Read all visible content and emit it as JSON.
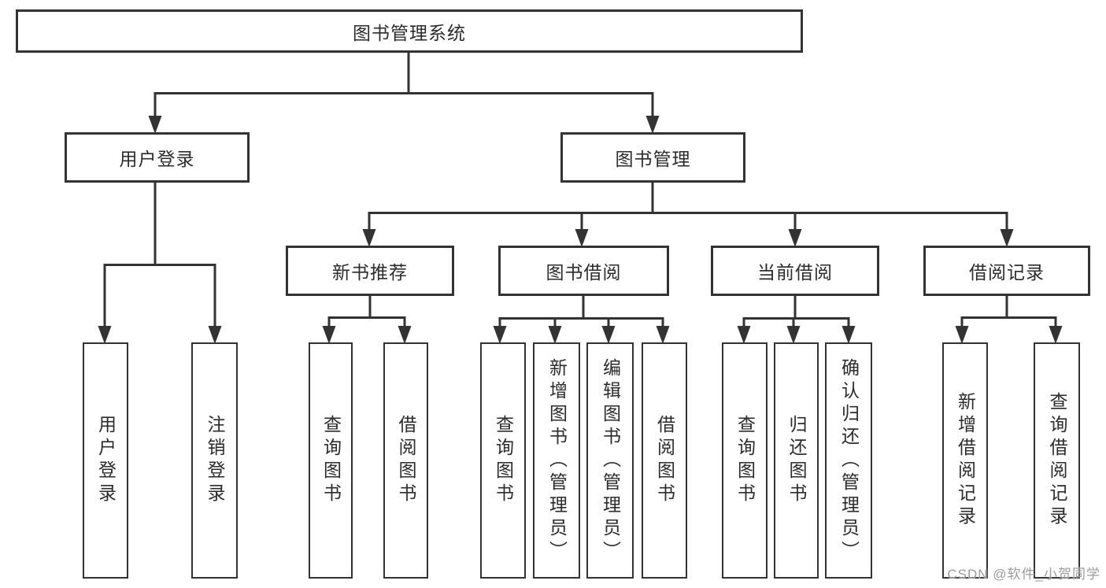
{
  "diagram": {
    "title": "图书管理系统",
    "watermark": "CSDN @软件_小贺同学",
    "colors": {
      "line": "#333333",
      "box_border": "#333333",
      "box_background": "#ffffff",
      "text": "#2b2b2b",
      "watermark_text": "#9b9b9b"
    },
    "root": {
      "label": "图书管理系统"
    },
    "branches": [
      {
        "label": "用户登录",
        "children": [
          {
            "label": "用户登录"
          },
          {
            "label": "注销登录"
          }
        ]
      },
      {
        "label": "图书管理",
        "children": [
          {
            "label": "新书推荐",
            "children": [
              {
                "label": "查询图书"
              },
              {
                "label": "借阅图书"
              }
            ]
          },
          {
            "label": "图书借阅",
            "children": [
              {
                "label": "查询图书"
              },
              {
                "label": "新增图书（管理员）"
              },
              {
                "label": "编辑图书（管理员）"
              },
              {
                "label": "借阅图书"
              }
            ]
          },
          {
            "label": "当前借阅",
            "children": [
              {
                "label": "查询图书"
              },
              {
                "label": "归还图书"
              },
              {
                "label": "确认归还（管理员）"
              }
            ]
          },
          {
            "label": "借阅记录",
            "children": [
              {
                "label": "新增借阅记录"
              },
              {
                "label": "查询借阅记录"
              }
            ]
          }
        ]
      }
    ]
  }
}
